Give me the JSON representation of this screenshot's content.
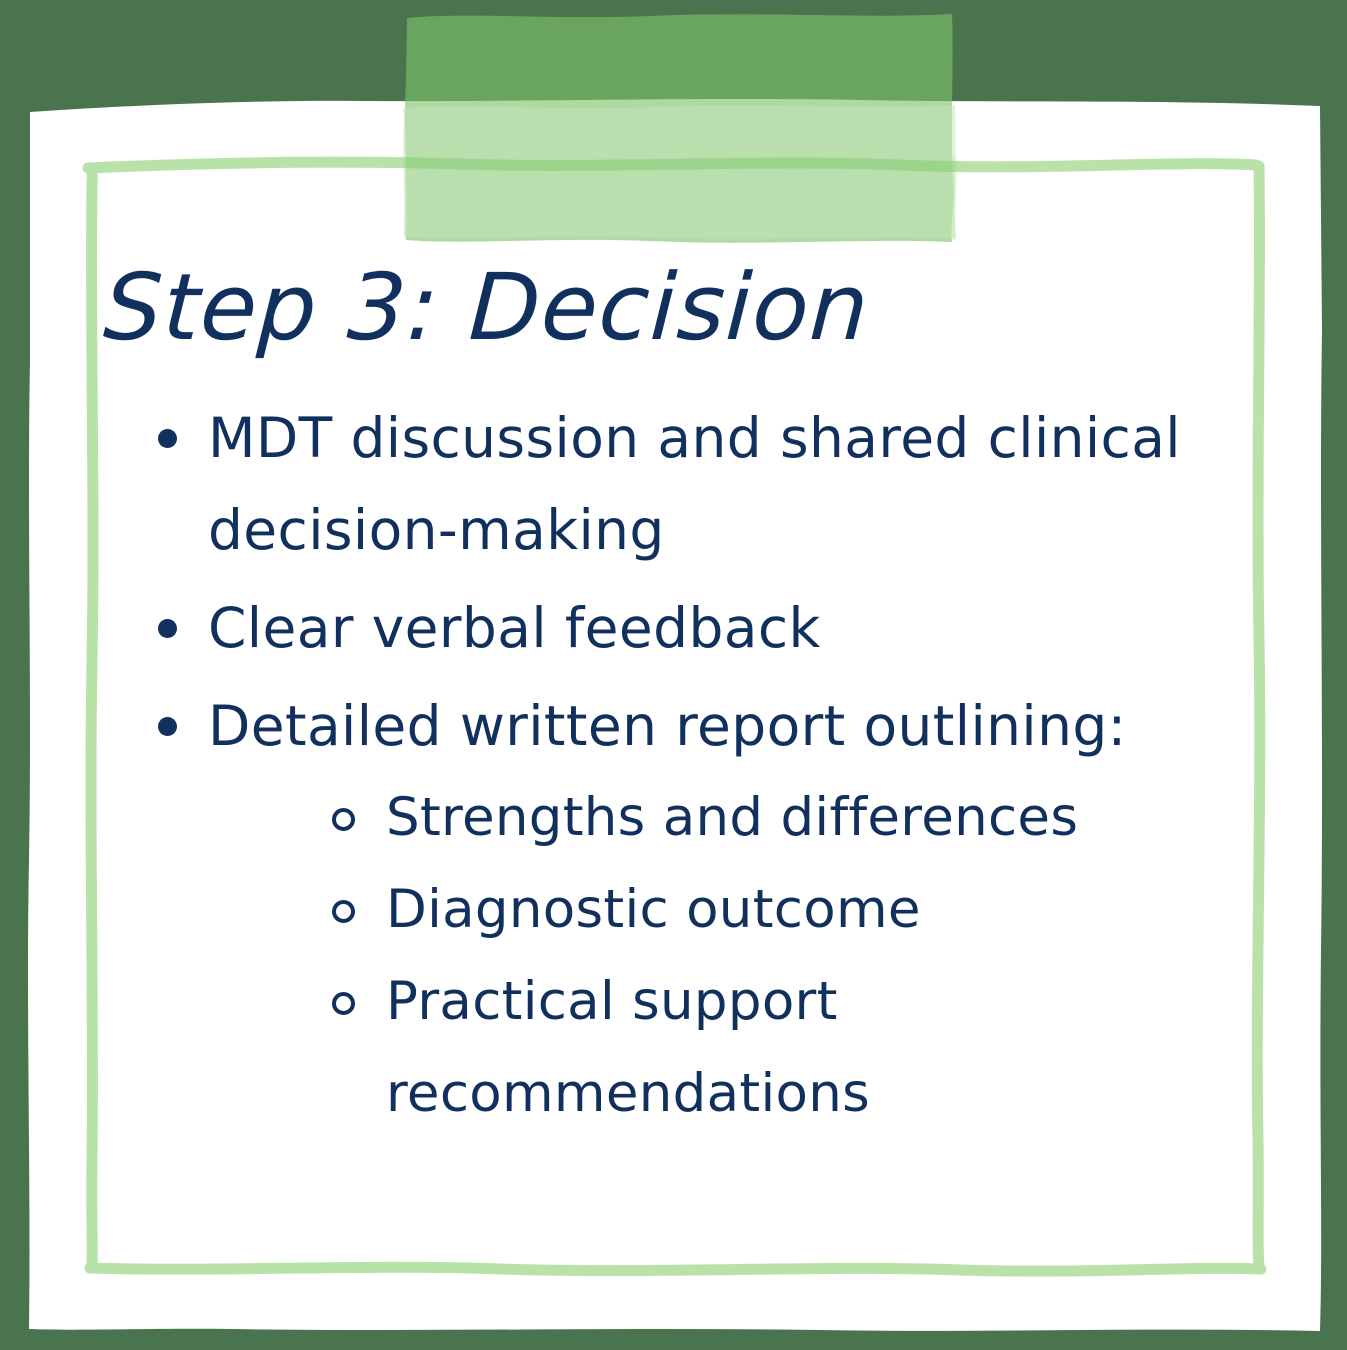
{
  "meta": {
    "card_type": "handwritten-sticky-note",
    "background_color": "#4a744e",
    "card_color": "#ffffff",
    "ink_color": "#12305e",
    "accent_color": "#b8e2a8",
    "tape_color": "#c9e9b5"
  },
  "note": {
    "title": "Step 3: Decision",
    "bullets": [
      {
        "text": "MDT discussion and shared clinical decision-making",
        "marker": "filled-disc",
        "subitems": []
      },
      {
        "text": "Clear verbal feedback",
        "marker": "filled-disc",
        "subitems": []
      },
      {
        "text": "Detailed written report outlining:",
        "marker": "filled-disc",
        "subitems": [
          {
            "text": "Strengths and differences",
            "marker": "hollow-circle"
          },
          {
            "text": "Diagnostic outcome",
            "marker": "hollow-circle"
          },
          {
            "text": "Practical support recommendations",
            "marker": "hollow-circle"
          }
        ]
      }
    ]
  },
  "decoration": {
    "tape_name": "washi-tape",
    "frame_name": "hand-drawn-inner-border"
  }
}
